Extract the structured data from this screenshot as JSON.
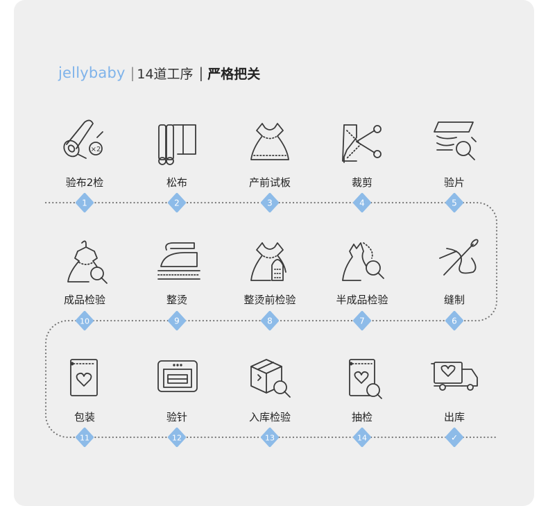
{
  "header": {
    "brand": "jellybaby",
    "subtitle": "14道工序",
    "tagline": "严格把关"
  },
  "colors": {
    "accent": "#8dbbe8",
    "icon_stroke": "#3a3a3a",
    "path_dots": "#777777",
    "card_bg": "#efefef"
  },
  "steps": [
    {
      "number": "1",
      "label": "验布2检",
      "icon": "fabric-roll-inspect-icon"
    },
    {
      "number": "2",
      "label": "松布",
      "icon": "fabric-bolts-icon"
    },
    {
      "number": "3",
      "label": "产前试板",
      "icon": "dress-icon"
    },
    {
      "number": "4",
      "label": "裁剪",
      "icon": "scissors-cut-icon"
    },
    {
      "number": "5",
      "label": "验片",
      "icon": "fabric-pieces-inspect-icon"
    },
    {
      "number": "6",
      "label": "缝制",
      "icon": "sewing-needle-icon"
    },
    {
      "number": "7",
      "label": "半成品检验",
      "icon": "half-dress-inspect-icon"
    },
    {
      "number": "8",
      "label": "整烫前检验",
      "icon": "dress-iron-icon"
    },
    {
      "number": "9",
      "label": "整烫",
      "icon": "iron-icon"
    },
    {
      "number": "10",
      "label": "成品检验",
      "icon": "hanger-dress-inspect-icon"
    },
    {
      "number": "11",
      "label": "包装",
      "icon": "package-bag-icon"
    },
    {
      "number": "12",
      "label": "验针",
      "icon": "needle-detector-icon"
    },
    {
      "number": "13",
      "label": "入库检验",
      "icon": "box-inspect-icon"
    },
    {
      "number": "14",
      "label": "抽检",
      "icon": "bag-inspect-icon"
    },
    {
      "number": "✓",
      "label": "出库",
      "icon": "delivery-truck-icon"
    }
  ]
}
